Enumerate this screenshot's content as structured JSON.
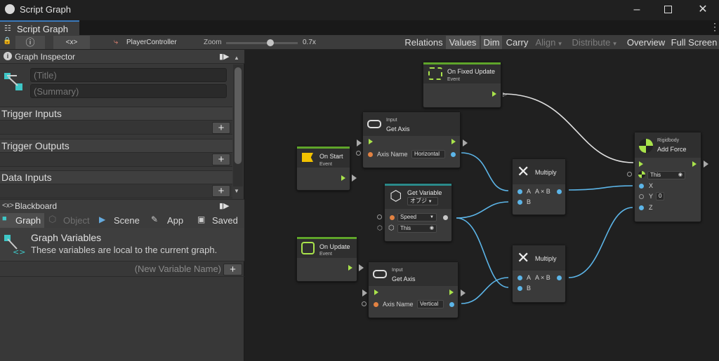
{
  "window": {
    "title": "Script Graph",
    "tab": "Script Graph"
  },
  "toolbar": {
    "graph_name": "PlayerController",
    "zoom_label": "Zoom",
    "zoom_value": "0.7x",
    "zoom_fraction": 0.62,
    "buttons": [
      "Relations",
      "Values",
      "Dim",
      "Carry",
      "Align",
      "Distribute",
      "Overview",
      "Full Screen"
    ]
  },
  "inspector": {
    "header": "Graph Inspector",
    "title_placeholder": "(Title)",
    "summary_placeholder": "(Summary)",
    "sections": [
      "Trigger Inputs",
      "Trigger Outputs",
      "Data Inputs"
    ]
  },
  "blackboard": {
    "header": "Blackboard",
    "tabs": [
      "Graph",
      "Object",
      "Scene",
      "App",
      "Saved"
    ],
    "heading": "Graph Variables",
    "description": "These variables are local to the current graph.",
    "new_var_placeholder": "(New Variable Name)"
  },
  "nodes": {
    "on_fixed_update": {
      "title": "On Fixed Update",
      "sub": "Event"
    },
    "get_axis_1": {
      "kind": "Input",
      "title": "Get Axis",
      "port": "Axis Name",
      "value": "Horizontal"
    },
    "on_start": {
      "title": "On Start",
      "sub": "Event"
    },
    "multiply_1": {
      "title": "Multiply",
      "a": "A",
      "b": "B",
      "out": "A × B"
    },
    "get_variable": {
      "title": "Get Variable",
      "scope": "オブジ",
      "var": "Speed",
      "target": "This"
    },
    "rigidbody": {
      "kind": "Rigidbody",
      "title": "Add Force",
      "target": "This",
      "x": "X",
      "y": "Y",
      "y_val": "0",
      "z": "Z"
    },
    "on_update": {
      "title": "On Update",
      "sub": "Event"
    },
    "get_axis_2": {
      "kind": "Input",
      "title": "Get Axis",
      "port": "Axis Name",
      "value": "Vertical"
    },
    "multiply_2": {
      "title": "Multiply",
      "a": "A",
      "b": "B",
      "out": "A × B"
    }
  },
  "colors": {
    "accent": "#3a79bb",
    "event_green": "#5fa52a",
    "var_teal": "#2a8a8a",
    "flow": "#a9e34b",
    "float_port": "#5cb5e8",
    "string_port": "#e28242"
  }
}
